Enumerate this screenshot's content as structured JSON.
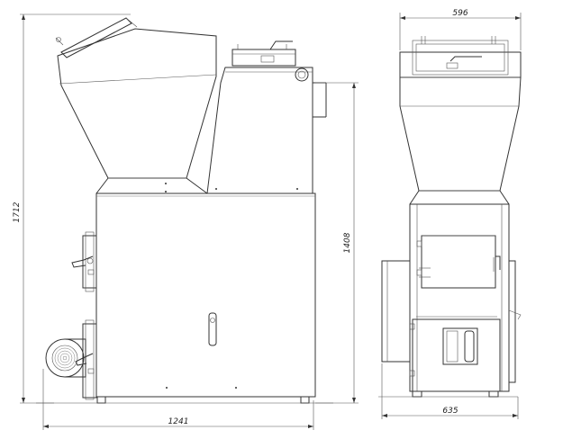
{
  "dimensions": {
    "side_total_width": "1241",
    "side_total_height": "1712",
    "side_body_height": "1408",
    "front_top_width": "596",
    "front_bottom_width": "635"
  }
}
